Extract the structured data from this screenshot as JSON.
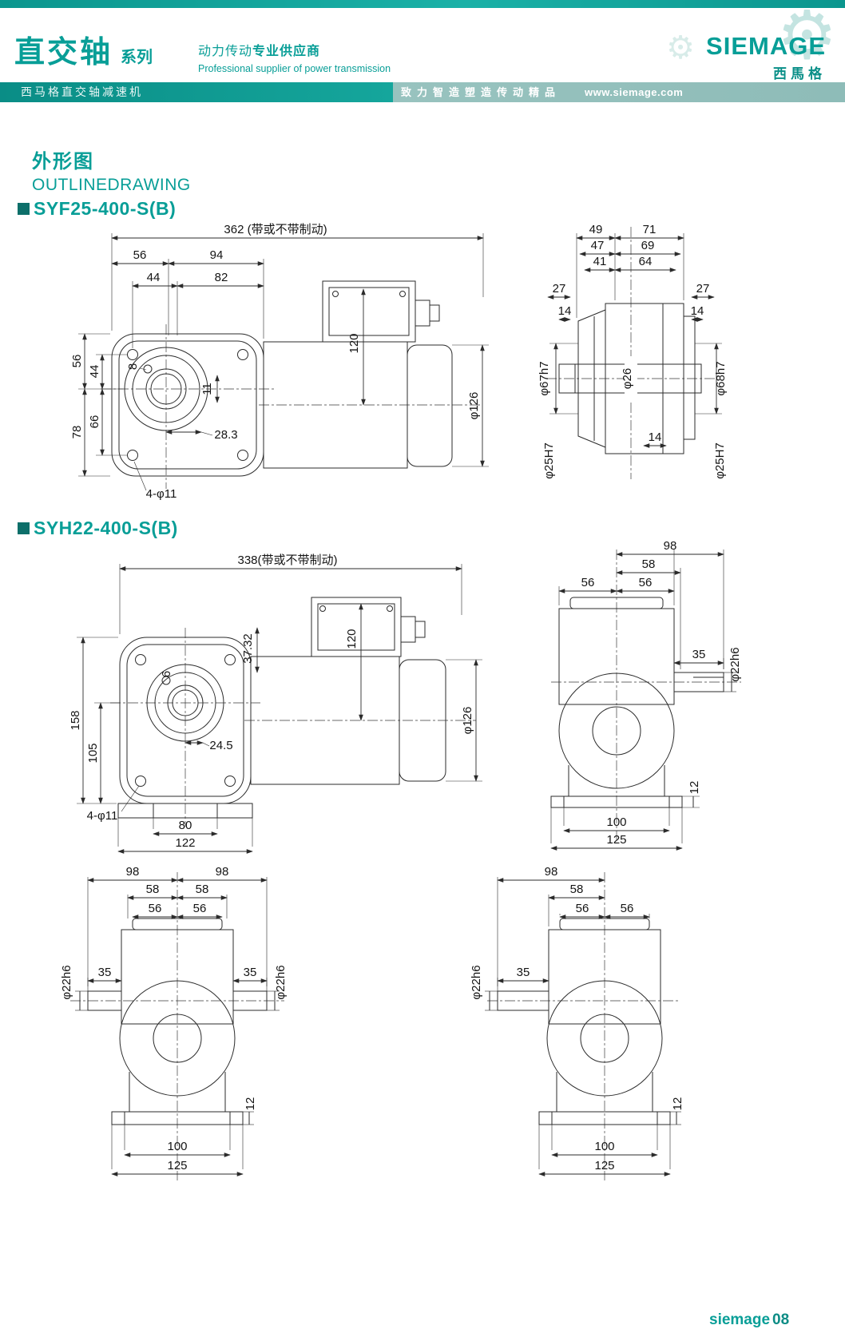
{
  "page": {
    "accent": "#089e97"
  },
  "header": {
    "series_title": "直交轴",
    "series_suffix": "系列",
    "tagline_cn_regular": "动力传动",
    "tagline_cn_bold": "专业供应商",
    "tagline_en": "Professional supplier of power transmission",
    "logo_text": "SIEMAGE",
    "logo_sub": "西馬格",
    "bar_left": "西马格直交轴减速机",
    "bar_slogan": "致力智造塑造传动精品",
    "bar_site": "www.siemage.com"
  },
  "section": {
    "title_cn": "外形图",
    "title_en": "OUTLINEDRAWING"
  },
  "fig1": {
    "heading": "SYF25-400-S(B)",
    "left": {
      "overall": "362 (带或不带制动)",
      "d56": "56",
      "d94": "94",
      "d44t": "44",
      "d82": "82",
      "v56": "56",
      "v44": "44",
      "v66": "66",
      "v78": "78",
      "d8": "8",
      "d11": "11",
      "d283": "28.3",
      "d120": "120",
      "d126": "φ126",
      "holes": "4-φ11"
    },
    "right": {
      "d49": "49",
      "d71": "71",
      "d47": "47",
      "d69": "69",
      "d41": "41",
      "d64": "64",
      "d27l": "27",
      "d27r": "27",
      "d14l": "14",
      "d14r": "14",
      "d67": "φ67h7",
      "d26": "φ26",
      "d68": "φ68h7",
      "d25l": "φ25H7",
      "d14b": "14",
      "d25r": "φ25H7"
    }
  },
  "fig2": {
    "heading": "SYH22-400-S(B)",
    "left": {
      "overall": "338(带或不带制动)",
      "d3732": "37.32",
      "d120": "120",
      "d126": "φ126",
      "v158": "158",
      "v105": "105",
      "d6": "6",
      "d245": "24.5",
      "holes": "4-φ11",
      "d80": "80",
      "d122": "122"
    },
    "right": {
      "d98": "98",
      "d58": "58",
      "d56a": "56",
      "d56b": "56",
      "d35": "35",
      "d22": "φ22h6",
      "d12": "12",
      "d100": "100",
      "d125": "125"
    }
  },
  "fig3": {
    "d98a": "98",
    "d98b": "98",
    "d58a": "58",
    "d58b": "58",
    "d56a": "56",
    "d56b": "56",
    "d22l": "φ22h6",
    "d35l": "35",
    "d35r": "35",
    "d22r": "φ22h6",
    "d12": "12",
    "d100": "100",
    "d125": "125"
  },
  "fig4": {
    "d98": "98",
    "d58": "58",
    "d56a": "56",
    "d56b": "56",
    "d22": "φ22h6",
    "d35": "35",
    "d12": "12",
    "d100": "100",
    "d125": "125"
  },
  "footer": {
    "brand": "siemage",
    "page": "08"
  }
}
